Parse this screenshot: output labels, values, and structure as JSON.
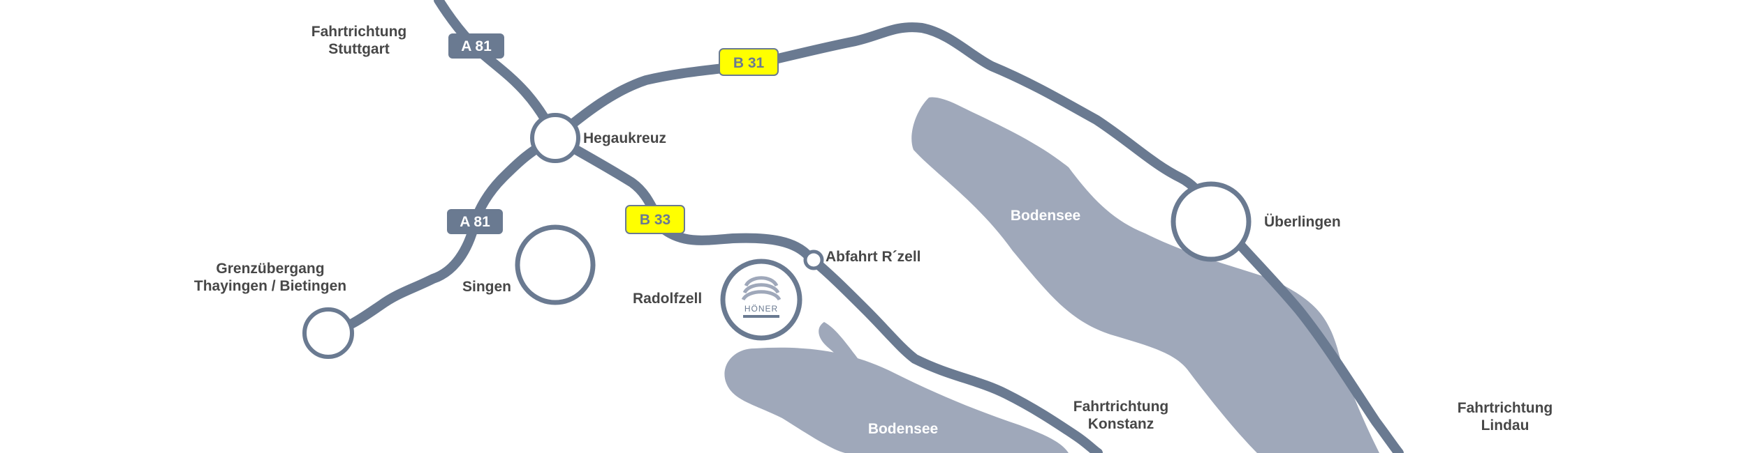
{
  "colors": {
    "road": "#6a7a91",
    "water": "#9fa8ba",
    "label_text": "#474747",
    "b_road_shield": "#ffff00"
  },
  "labels": {
    "stuttgart_line1": "Fahrtrichtung",
    "stuttgart_line2": "Stuttgart",
    "hegaukreuz": "Hegaukreuz",
    "grenz_line1": "Grenzübergang",
    "grenz_line2": "Thayingen / Bietingen",
    "singen": "Singen",
    "radolfzell": "Radolfzell",
    "abfahrt": "Abfahrt R´zell",
    "ueberlingen": "Überlingen",
    "konstanz_line1": "Fahrtrichtung",
    "konstanz_line2": "Konstanz",
    "lindau_line1": "Fahrtrichtung",
    "lindau_line2": "Lindau"
  },
  "lakes": {
    "upper": "Bodensee",
    "lower": "Bodensee"
  },
  "shields": {
    "a81_top": "A 81",
    "a81_bottom": "A 81",
    "b31": "B 31",
    "b33": "B 33"
  },
  "logo": {
    "name": "HÖNER",
    "icon": "hoener-logo-icon"
  }
}
